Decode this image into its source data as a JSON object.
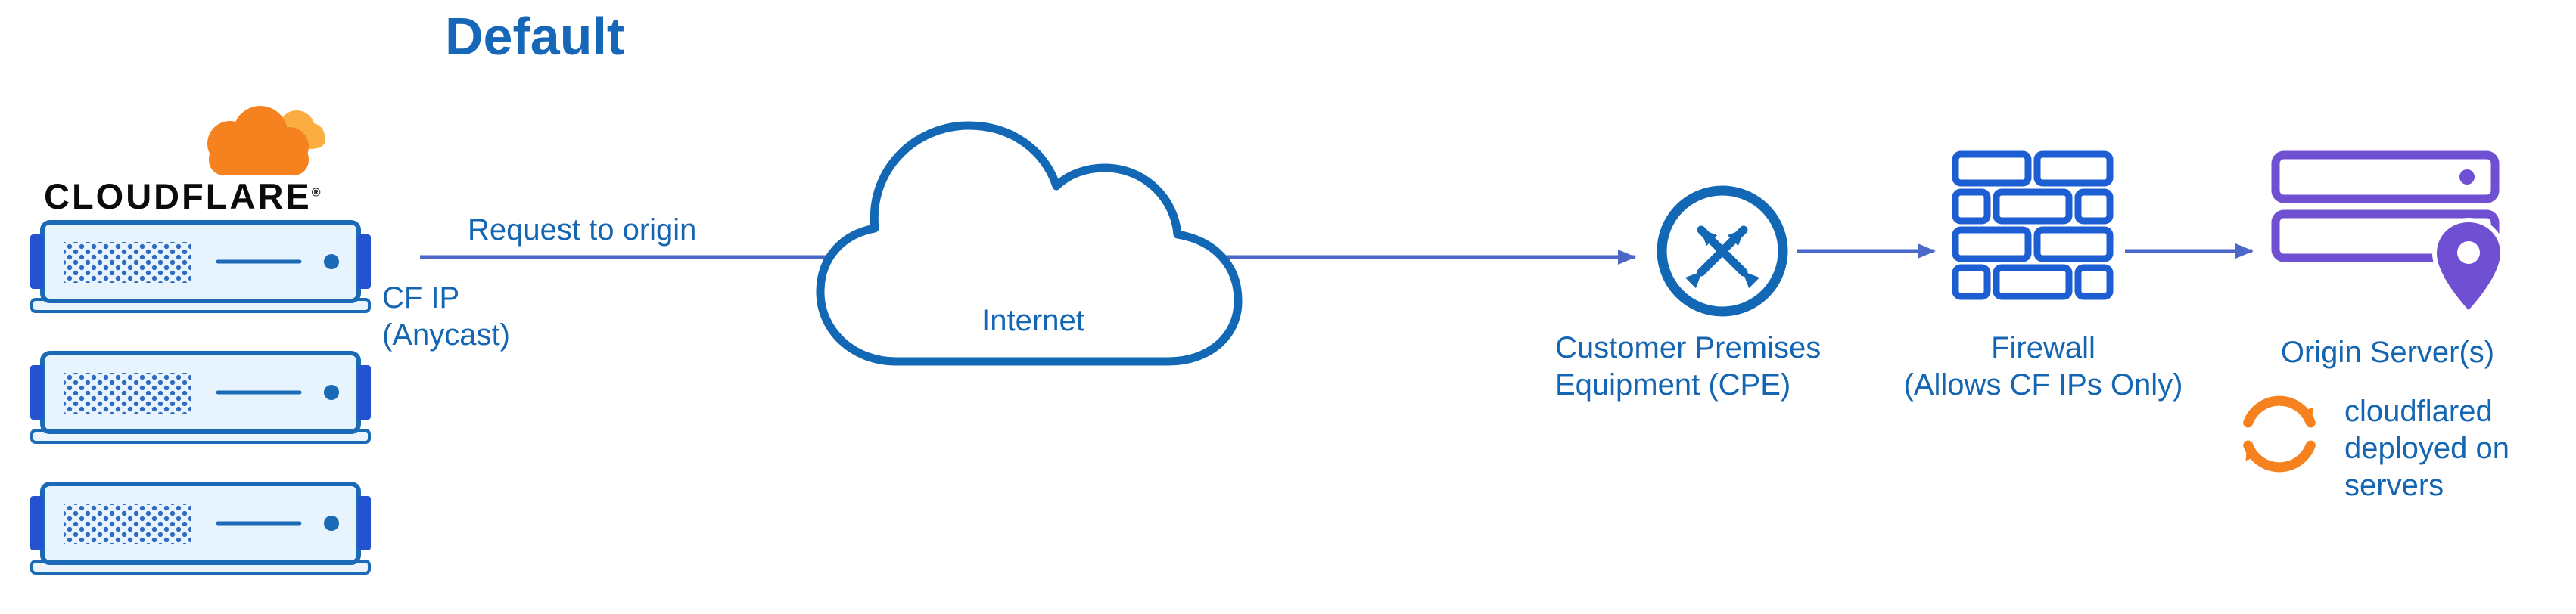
{
  "title": "Default",
  "logo": {
    "wordmark": "CLOUDFLARE",
    "registered": "®"
  },
  "labels": {
    "request_to_origin": "Request to origin",
    "cf_ip": "CF IP\n(Anycast)",
    "internet": "Internet",
    "cpe": "Customer Premises\nEquipment (CPE)",
    "firewall": "Firewall\n(Allows CF IPs Only)",
    "origin": "Origin Server(s)",
    "cloudflared": "cloudflared\ndeployed on\nservers"
  },
  "colors": {
    "label_blue": "#1566b2",
    "title_blue": "#1667b8",
    "arrow_blue": "#4b67c8",
    "icon_blue": "#1268b4",
    "brick_blue": "#1d5fd3",
    "tab_blue": "#2353d0",
    "server_fill": "#e8f4fd",
    "purple": "#6f4fd2",
    "orange": "#f6821f",
    "orange_light": "#fbad41",
    "wordmark_black": "#0b0b0b"
  },
  "icons": {
    "cloudflare_logo": "cloudflare-cloud-icon",
    "edge_servers": "server-stack-icon",
    "internet": "cloud-outline-icon",
    "cpe": "router-circle-arrows-icon",
    "firewall": "brick-wall-icon",
    "origin": "purple-servers-location-pin-icon",
    "cloudflared": "orange-sync-arrows-icon"
  }
}
